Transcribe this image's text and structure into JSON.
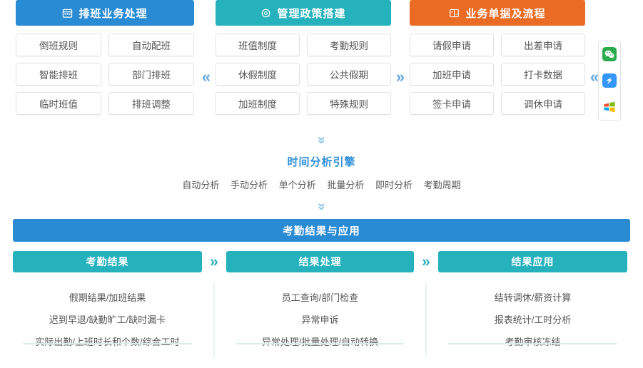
{
  "top": {
    "columns": [
      {
        "title": "排班业务处理",
        "icon": "calendar-icon",
        "color": "#2a8bd5",
        "cells": [
          "倒班规则",
          "自动配班",
          "智能排班",
          "部门排班",
          "临时班值",
          "排班调整"
        ]
      },
      {
        "title": "管理政策搭建",
        "icon": "policy-gear-icon",
        "color": "#26b2bd",
        "cells": [
          "班值制度",
          "考勤规则",
          "休假制度",
          "公共假期",
          "加班制度",
          "特殊规则"
        ]
      },
      {
        "title": "业务单据及流程",
        "icon": "document-flow-icon",
        "color": "#ea6c24",
        "cells": [
          "请假申请",
          "出差申请",
          "加班申请",
          "打卡数据",
          "签卡申请",
          "调休申请"
        ]
      }
    ],
    "separators": [
      "«",
      "»",
      "«"
    ],
    "app_icons": [
      "wechat-icon",
      "dingtalk-icon",
      "windows-icon"
    ]
  },
  "middle": {
    "chevron_top": "»",
    "chevron_bottom": "»",
    "title": "时间分析引擎",
    "tags": [
      "自动分析",
      "手动分析",
      "单个分析",
      "批量分析",
      "即时分析",
      "考勤周期"
    ]
  },
  "bottom": {
    "banner": "考勤结果与应用",
    "separators": [
      "»",
      "»"
    ],
    "columns": [
      {
        "title": "考勤结果",
        "lines": [
          "假期结果/加班结果",
          "迟到早退/缺勤旷工/缺时漏卡",
          "实际出勤/上班时长和个数/综合工时"
        ]
      },
      {
        "title": "结果处理",
        "lines": [
          "员工查询/部门检查",
          "异常申诉",
          "异常处理/批量处理/自动转换"
        ]
      },
      {
        "title": "结果应用",
        "lines": [
          "结转调休/薪资计算",
          "报表统计/工时分析",
          "考勤审核冻结"
        ]
      }
    ]
  },
  "colors": {
    "blue": "#2a8bd5",
    "teal": "#26b2bd",
    "orange": "#ea6c24",
    "arrow_blue": "#63a6e0",
    "arrow_teal": "#27b0bb"
  }
}
